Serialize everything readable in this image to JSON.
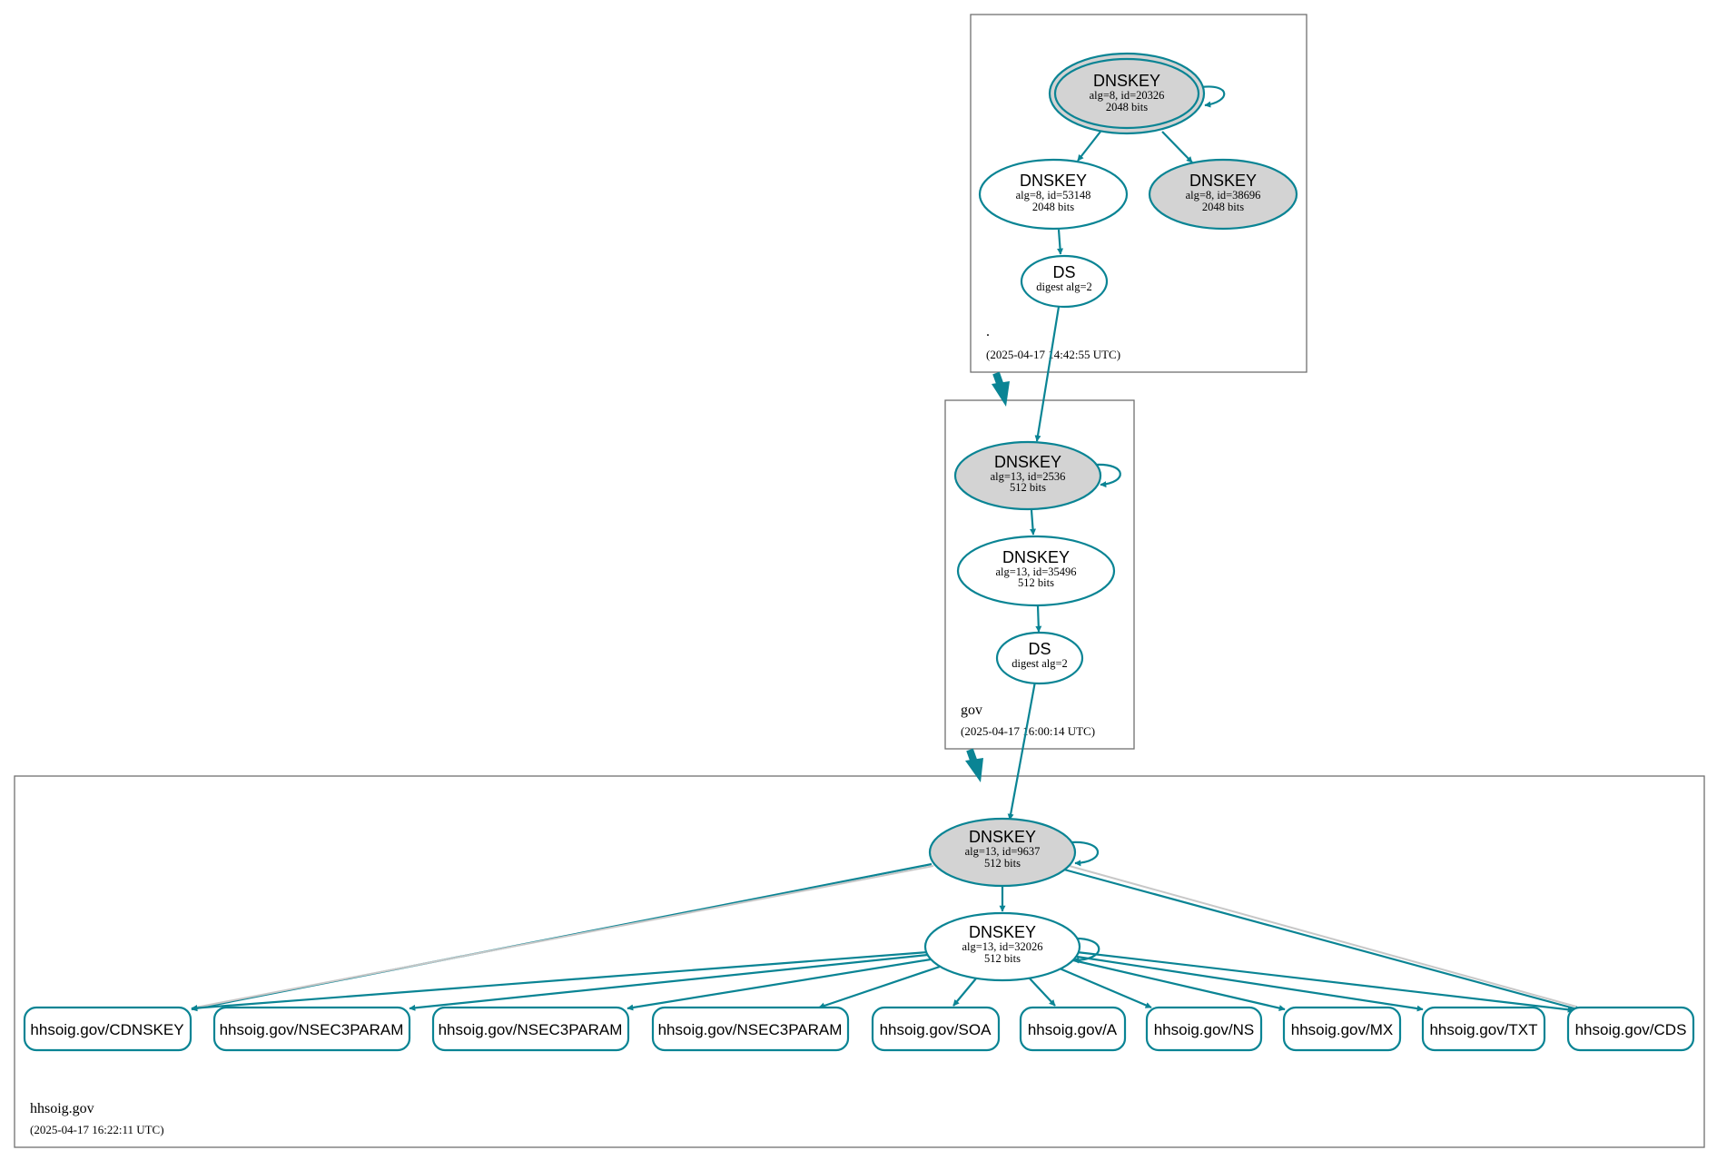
{
  "colors": {
    "edge": "#0a8494",
    "secure_node_fill": "#d3d3d3",
    "gray_edge": "#c8c8c8",
    "zone_border": "#707070"
  },
  "zones": {
    "root": {
      "name": ".",
      "timestamp": "(2025-04-17 14:42:55 UTC)"
    },
    "gov": {
      "name": "gov",
      "timestamp": "(2025-04-17 16:00:14 UTC)"
    },
    "hhsoig": {
      "name": "hhsoig.gov",
      "timestamp": "(2025-04-17 16:22:11 UTC)"
    }
  },
  "nodes": {
    "root_ksk": {
      "title": "DNSKEY",
      "line1": "alg=8, id=20326",
      "line2": "2048 bits"
    },
    "root_zsk1": {
      "title": "DNSKEY",
      "line1": "alg=8, id=53148",
      "line2": "2048 bits"
    },
    "root_zsk2": {
      "title": "DNSKEY",
      "line1": "alg=8, id=38696",
      "line2": "2048 bits"
    },
    "root_ds": {
      "title": "DS",
      "line1": "digest alg=2"
    },
    "gov_ksk": {
      "title": "DNSKEY",
      "line1": "alg=13, id=2536",
      "line2": "512 bits"
    },
    "gov_zsk": {
      "title": "DNSKEY",
      "line1": "alg=13, id=35496",
      "line2": "512 bits"
    },
    "gov_ds": {
      "title": "DS",
      "line1": "digest alg=2"
    },
    "hhs_ksk": {
      "title": "DNSKEY",
      "line1": "alg=13, id=9637",
      "line2": "512 bits"
    },
    "hhs_zsk": {
      "title": "DNSKEY",
      "line1": "alg=13, id=32026",
      "line2": "512 bits"
    }
  },
  "rrsets": [
    "hhsoig.gov/CDNSKEY",
    "hhsoig.gov/NSEC3PARAM",
    "hhsoig.gov/NSEC3PARAM",
    "hhsoig.gov/NSEC3PARAM",
    "hhsoig.gov/SOA",
    "hhsoig.gov/A",
    "hhsoig.gov/NS",
    "hhsoig.gov/MX",
    "hhsoig.gov/TXT",
    "hhsoig.gov/CDS"
  ]
}
